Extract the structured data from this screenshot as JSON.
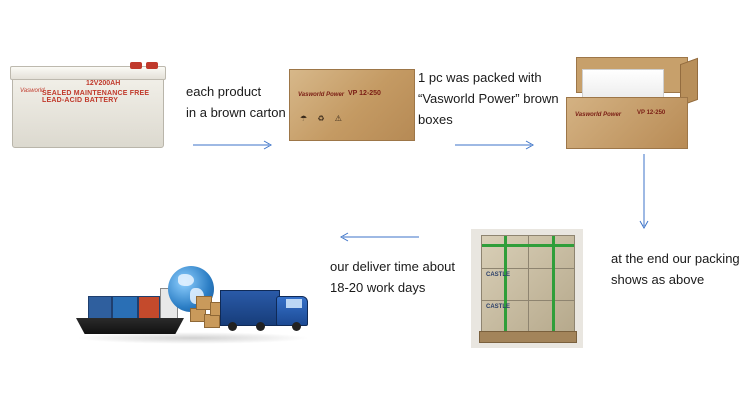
{
  "steps": {
    "step1": "each product\nin a brown carton",
    "step2": "1 pc was packed with\n“Vasworld Power” brown\nboxes",
    "step3": "at the end our packing\nshows as above",
    "step4": "our deliver time about\n18-20 work days"
  },
  "product_labels": {
    "battery_model": "12V200AH",
    "battery_brand": "Vasworld",
    "battery_type": "SEALED MAINTENANCE FREE LEAD-ACID BATTERY",
    "carton_model": "VP 12-250",
    "carton_brand": "Vasworld Power",
    "pallet_mark": "CASTLE"
  },
  "colors": {
    "arrow": "#3c73c8",
    "carton": "#c49a63",
    "strap": "#2f9e3a"
  }
}
